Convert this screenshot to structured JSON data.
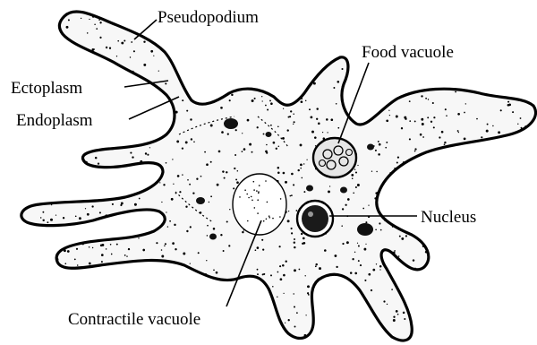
{
  "labels": {
    "pseudopodium": "Pseudopodium",
    "ectoplasm": "Ectoplasm",
    "endoplasm": "Endoplasm",
    "food_vacuole": "Food vacuole",
    "nucleus": "Nucleus",
    "contractile_vacuole": "Contractile vacuole"
  },
  "colors": {
    "ink": "#000000",
    "paper": "#ffffff",
    "cytoplasm": "#f7f7f7",
    "food_vacuole_fill": "#e6e6e6",
    "nucleus_fill": "#1a1a1a"
  }
}
